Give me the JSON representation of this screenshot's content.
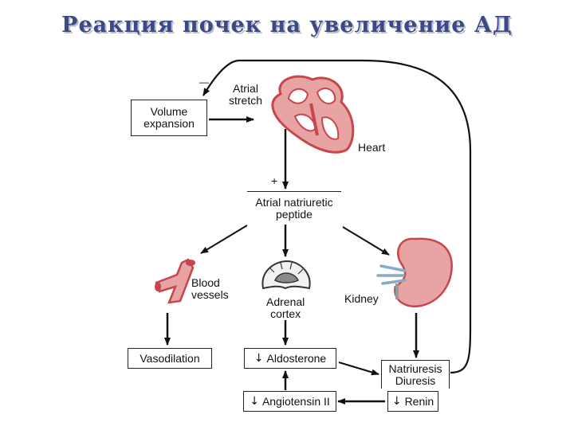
{
  "title": "Реакция почек на увеличение АД",
  "nodes": {
    "volume_expansion": "Volume\nexpansion",
    "atrial_stretch": "Atrial\nstretch",
    "heart": "Heart",
    "anp": "Atrial natriuretic\npeptide",
    "blood_vessels": "Blood\nvessels",
    "adrenal_cortex": "Adrenal\ncortex",
    "kidney": "Kidney",
    "vasodilation": "Vasodilation",
    "aldosterone": "Aldosterone",
    "natriuresis": "Natriuresis\nDiuresis",
    "angiotensin": "Angiotensin II",
    "renin": "Renin"
  },
  "signs": {
    "minus": "—",
    "plus": "+",
    "decrease": "↓"
  },
  "colors": {
    "title": "#3b4a86",
    "tissue_pink": "#e8a3a3",
    "tissue_red": "#c8464b",
    "arrow": "#111111"
  }
}
